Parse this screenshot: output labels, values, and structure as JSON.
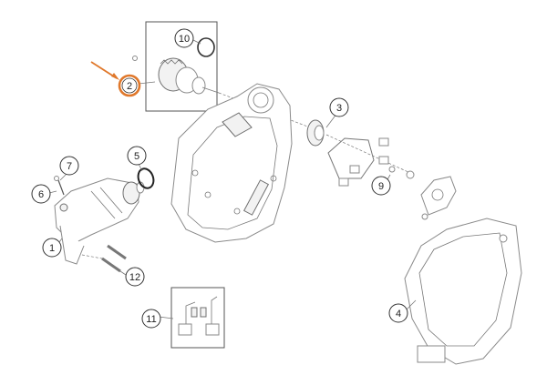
{
  "callouts": [
    "10",
    "2",
    "3",
    "5",
    "7",
    "6",
    "1",
    "12",
    "9",
    "4",
    "11"
  ],
  "highlight_color": "#e0782b"
}
